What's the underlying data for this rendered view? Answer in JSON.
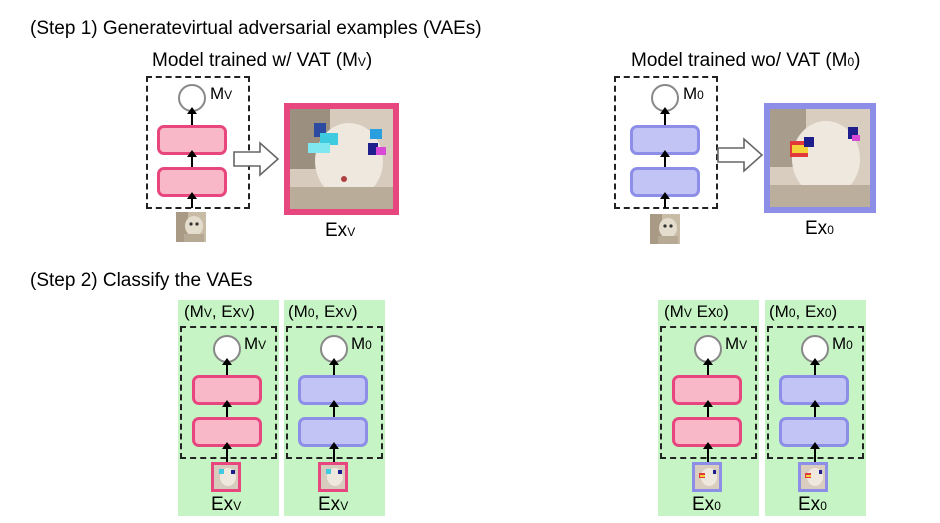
{
  "step1": {
    "title": "(Step 1) Generatevirtual adversarial examples (VAEs)",
    "left_model": {
      "title_main": "Model trained w/ VAT (M",
      "title_sub": "V",
      "title_end": ")",
      "label_main": "M",
      "label_sub": "V",
      "example_main": "Ex",
      "example_sub": "V"
    },
    "right_model": {
      "title_main": "Model trained wo/  VAT (M",
      "title_sub": "0",
      "title_end": ")",
      "label_main": "M",
      "label_sub": "0",
      "example_main": "Ex",
      "example_sub": "0"
    }
  },
  "step2": {
    "title": "(Step 2) Classify the VAEs",
    "columns": [
      {
        "pair_open": "(M",
        "pair_m": "V",
        "pair_mid": ", Ex",
        "pair_e": "V",
        "pair_close": ")",
        "label_main": "M",
        "label_sub": "V",
        "example_main": "Ex",
        "example_sub": "V"
      },
      {
        "pair_open": "(M",
        "pair_m": "0",
        "pair_mid": ", Ex",
        "pair_e": "V",
        "pair_close": ")",
        "label_main": "M",
        "label_sub": "0",
        "example_main": "Ex",
        "example_sub": "V"
      },
      {
        "pair_open": "(M",
        "pair_m": "V",
        "pair_mid": " Ex",
        "pair_e": "0",
        "pair_close": ")",
        "label_main": "M",
        "label_sub": "V",
        "example_main": "Ex",
        "example_sub": "0"
      },
      {
        "pair_open": "(M",
        "pair_m": "0",
        "pair_mid": ", Ex",
        "pair_e": "0",
        "pair_close": ")",
        "label_main": "M",
        "label_sub": "0",
        "example_main": "Ex",
        "example_sub": "0"
      }
    ]
  },
  "colors": {
    "pink_fill": "#f9b8c8",
    "pink_border": "#e8467f",
    "blue_fill": "#c2c4f5",
    "blue_border": "#8c8ee8",
    "green_bg": "#c6f4c4"
  }
}
